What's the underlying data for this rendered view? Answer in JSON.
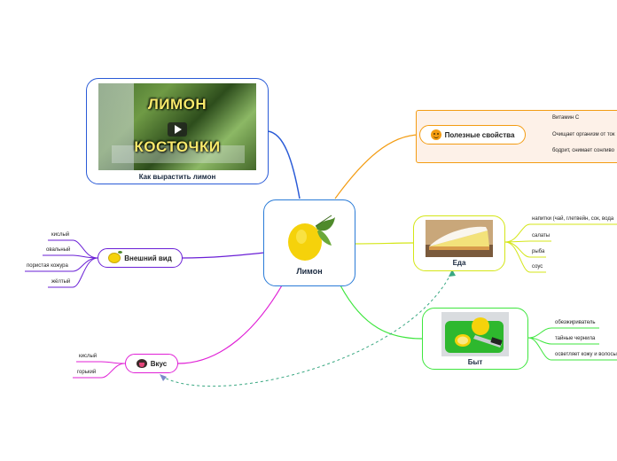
{
  "central": {
    "title": "Лимон"
  },
  "video": {
    "overlay_top": "ЛИМОН",
    "overlay_bottom": "КОСТОЧКИ",
    "caption": "Как вырастить лимон"
  },
  "branches": {
    "properties": {
      "label": "Полезные свойства",
      "color": "#f39c12",
      "items": [
        "Витамин С",
        "Очищает организм от ток",
        "бодрит, снимает сонливо"
      ]
    },
    "food": {
      "label": "Еда",
      "color": "#d4e617",
      "items": [
        "напитки (чай, глетвейн, сок, вода",
        "салаты",
        "рыба",
        "соус"
      ]
    },
    "household": {
      "label": "Быт",
      "color": "#3ee63e",
      "items": [
        "обезжириватель",
        "тайные чернила",
        "осветляет кожу и волосы"
      ]
    },
    "appearance": {
      "label": "Внешний вид",
      "color": "#6a1fd6",
      "items": [
        "кислый",
        "овальный",
        "пористая кожура",
        "жёлтый"
      ]
    },
    "taste": {
      "label": "Вкус",
      "color": "#e020d6",
      "items": [
        "кислый",
        "горький"
      ]
    },
    "video_branch": {
      "color": "#2a5bd7"
    }
  }
}
